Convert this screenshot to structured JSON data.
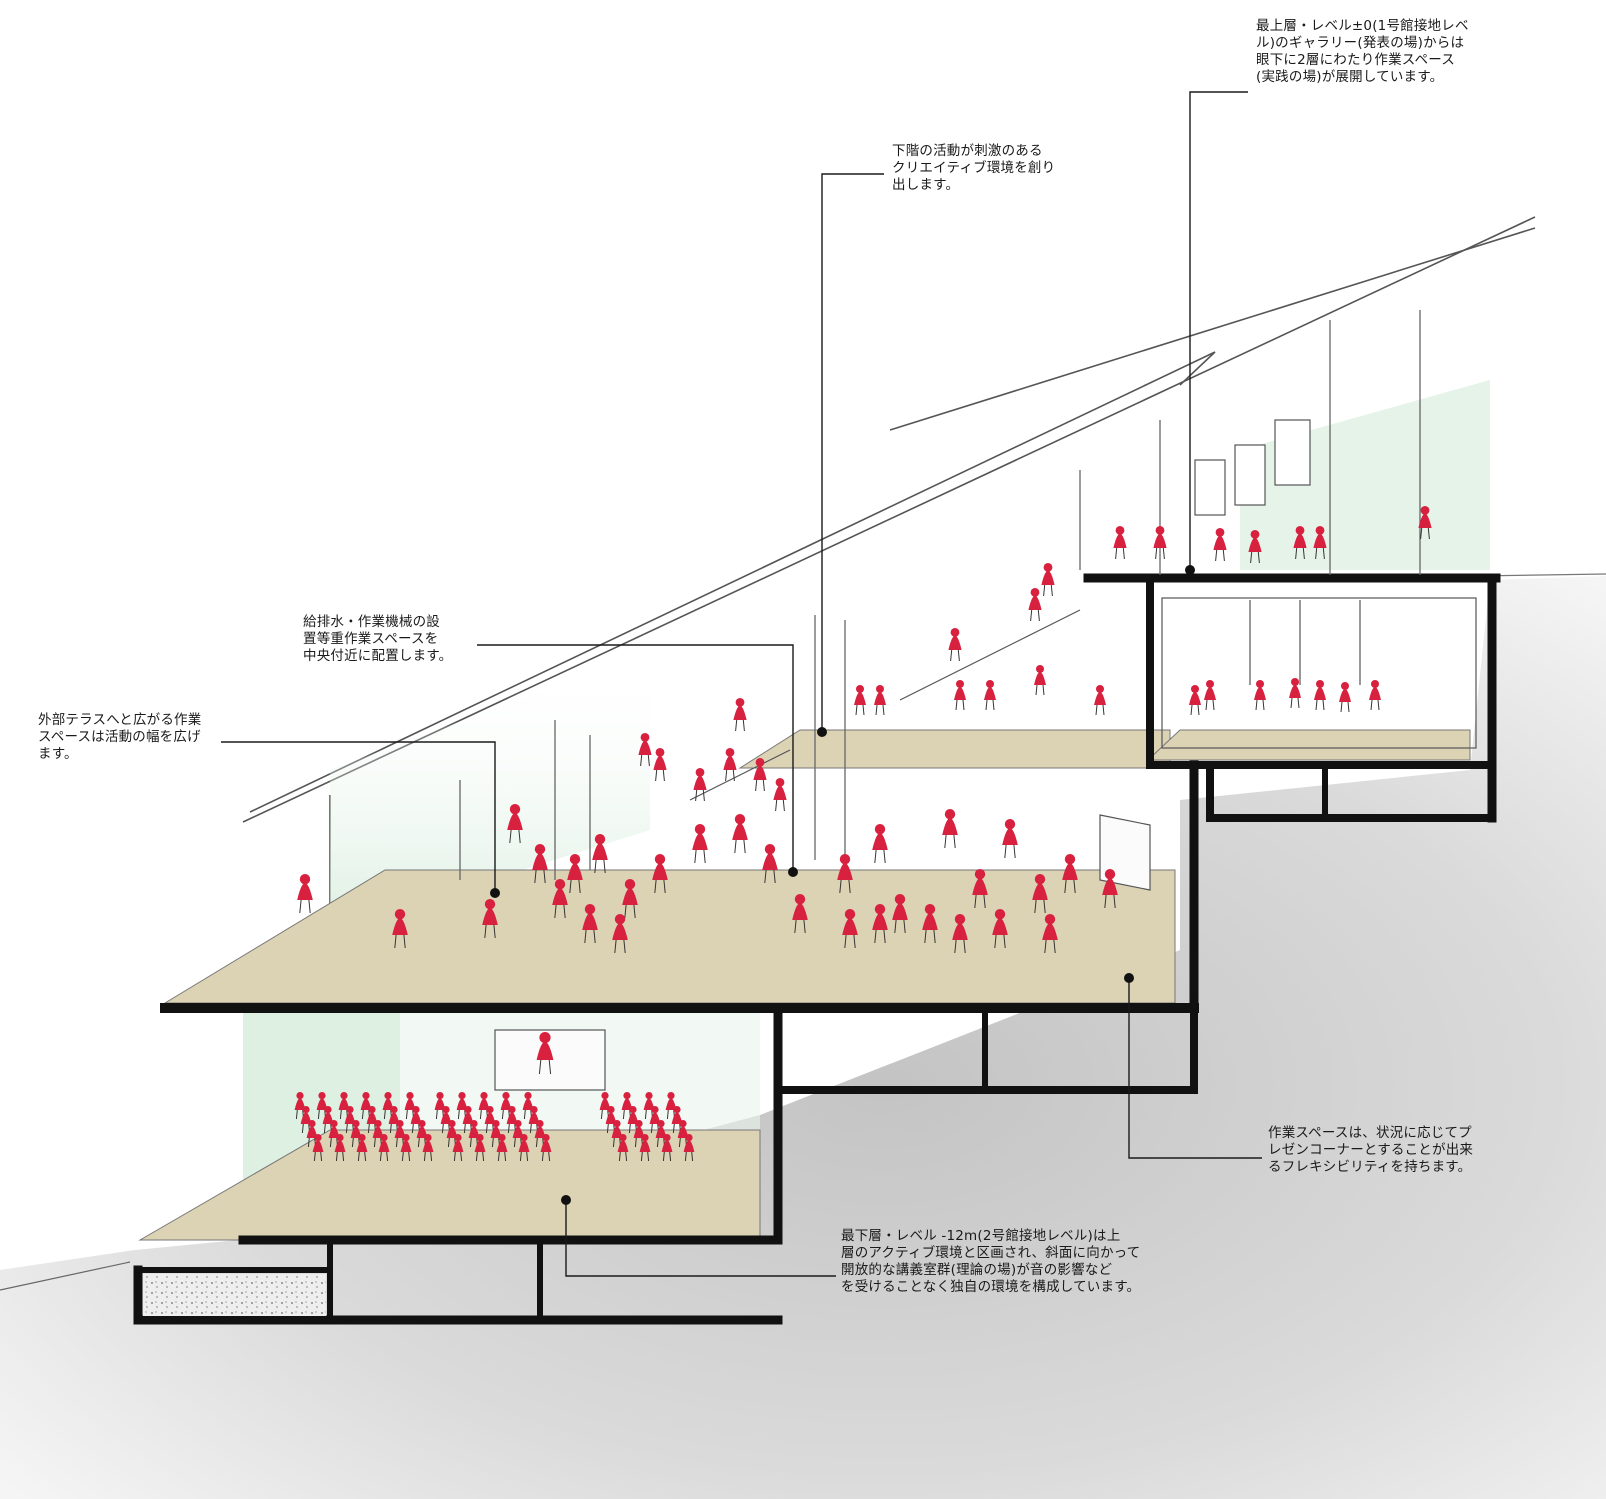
{
  "annotations": {
    "top_level_gallery": {
      "lines": [
        "最上層・レベル±0(1号館接地レベ",
        "ル)のギャラリー(発表の場)からは",
        "眼下に2層にわたり作業スペース",
        "(実践の場)が展開しています。"
      ]
    },
    "lower_floor_activity": {
      "lines": [
        "下階の活動が刺激のある",
        "クリエイティブ環境を創り",
        "出します。"
      ]
    },
    "heavy_work_space": {
      "lines": [
        "給排水・作業機械の設",
        "置等重作業スペースを",
        "中央付近に配置します。"
      ]
    },
    "outdoor_terrace": {
      "lines": [
        "外部テラスへと広がる作業",
        "スペースは活動の幅を広げ",
        "ます。"
      ]
    },
    "flexible_work_space": {
      "lines": [
        "作業スペースは、状況に応じてプ",
        "レゼンコーナーとすることが出来",
        "るフレキシビリティを持ちます。"
      ]
    },
    "bottom_lecture_rooms": {
      "lines": [
        "最下層・レベル -12m(2号館接地レベル)は上",
        "層のアクティブ環境と区画され、斜面に向かって",
        "開放的な講義室群(理論の場)が音の影響など",
        "を受けることなく独自の環境を構成しています。"
      ]
    }
  },
  "colors": {
    "figure_red": "#d8203f",
    "floor_beige": "#dcd2b4",
    "glass_green": "#cfe9d6",
    "structure_black": "#111111",
    "ground_grey": "#d9d9d9",
    "leader_line": "#1a1a1a"
  }
}
